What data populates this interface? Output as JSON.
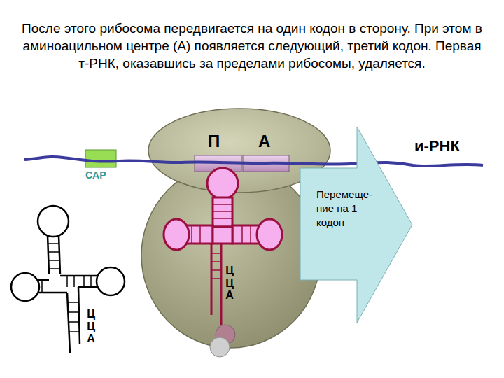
{
  "diagram": {
    "title": "После этого рибосома передвигается на один кодон в сторону. При этом в аминоацильном центре (А) появляется следующий, третий кодон. Первая т-РНК, оказавшись за пределами рибосомы, удаляется.",
    "nodes": [
      {
        "text": [
          "Перемеще- ние на 1 кодон"
        ]
      }
    ],
    "labels": [
      "П",
      "А",
      "и-РНК",
      "CAP",
      "ЦЦА",
      "ЦЦА"
    ]
  }
}
